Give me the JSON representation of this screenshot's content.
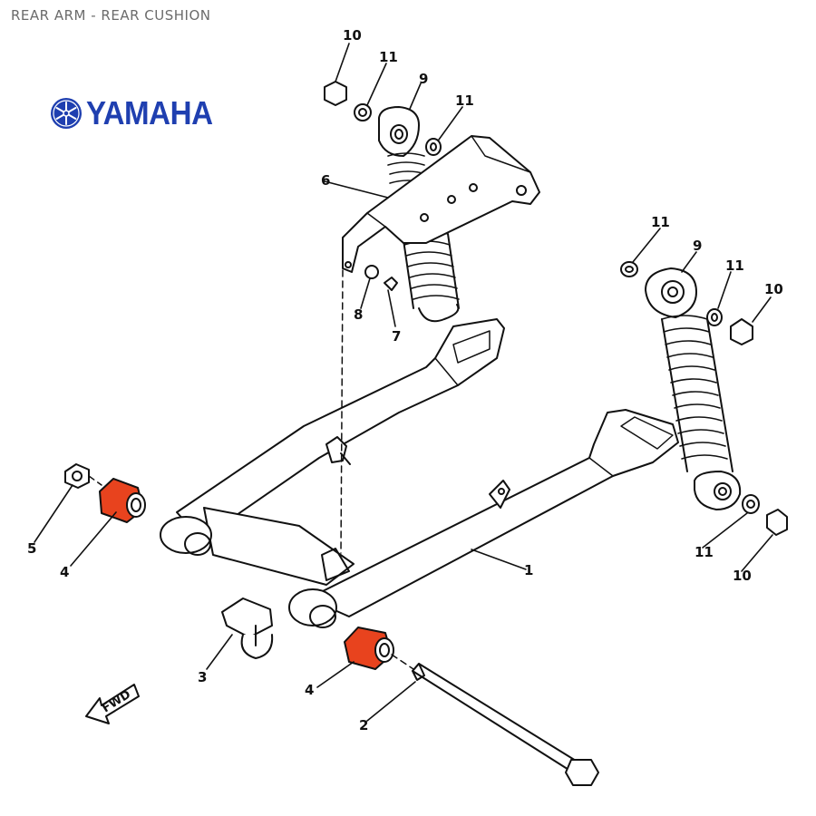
{
  "header": {
    "title": "REAR ARM - REAR CUSHION"
  },
  "brand": {
    "name": "YAMAHA",
    "color": "#1f3fb0",
    "icon": "tuning-fork-emblem-icon"
  },
  "direction_marker": {
    "label": "FWD",
    "icon": "forward-arrow-icon"
  },
  "highlight_color": "#e8431e",
  "callouts": {
    "c1": "1",
    "c2": "2",
    "c3": "3",
    "c4a": "4",
    "c4b": "4",
    "c5": "5",
    "c6": "6",
    "c7": "7",
    "c8": "8",
    "c9a": "9",
    "c9b": "9",
    "c10a": "10",
    "c10b": "10",
    "c10c": "10",
    "c11a": "11",
    "c11b": "11",
    "c11c": "11",
    "c11d": "11",
    "c11e": "11"
  }
}
